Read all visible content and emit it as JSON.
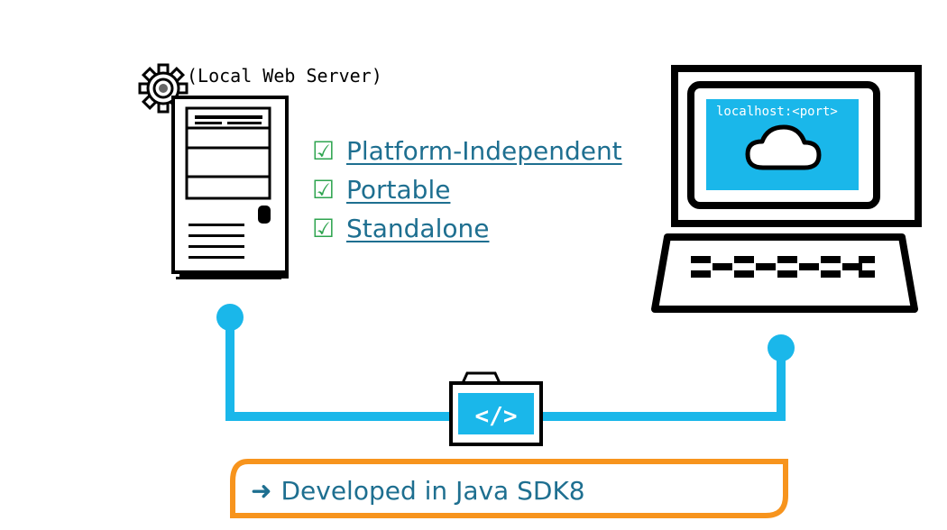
{
  "server": {
    "label": "(Local Web Server)",
    "icon": "gear-icon"
  },
  "features": [
    {
      "label": "Platform-Independent",
      "icon": "checkbox-checked-icon"
    },
    {
      "label": "Portable",
      "icon": "checkbox-checked-icon"
    },
    {
      "label": "Standalone",
      "icon": "checkbox-checked-icon"
    }
  ],
  "computer": {
    "screen_text": "localhost:<port>",
    "icon": "cloud-icon"
  },
  "connector": {
    "icon": "code-folder-icon",
    "code_symbol": "</>"
  },
  "footer": {
    "arrow": "➜",
    "text": "Developed in Java SDK8"
  },
  "colors": {
    "accent_blue": "#1ab7ea",
    "link_blue": "#1e6f90",
    "check_green": "#2ea44f",
    "outline_orange": "#f7941d",
    "stroke_black": "#000000"
  }
}
